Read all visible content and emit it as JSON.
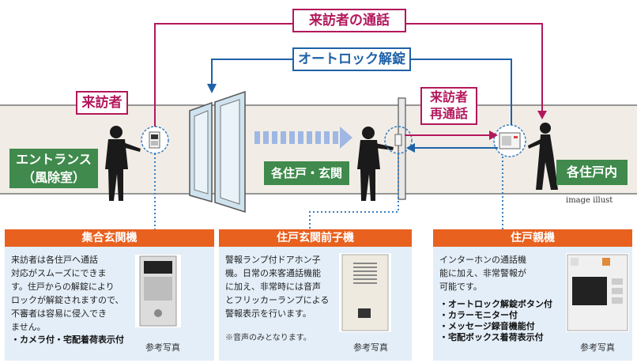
{
  "labels": {
    "visitor_call": "来訪者の通話",
    "autolock_release": "オートロック解錠",
    "visitor": "来訪者",
    "visitor_recall_1": "来訪者",
    "visitor_recall_2": "再通話",
    "entrance_1": "エントランス",
    "entrance_2": "（風除室）",
    "unit_entrance": "各住戸・玄関",
    "unit_inside": "各住戸内",
    "image_illust": "image illust"
  },
  "panels": [
    {
      "title": "集合玄関機",
      "text": "来訪者は各住戸へ通話\n対応がスムーズにできま\nす。住戸からの解錠により\nロックが解錠されますので、\n不審者は容易に侵入でき\nません。",
      "bullets": [
        "・カメラ付・宅配着荷表示付"
      ],
      "photo_caption": "参考写真"
    },
    {
      "title": "住戸玄関前子機",
      "text": "警報ランプ付ドアホン子\n機。日常の来客通話機能\nに加え、非常時には音声\nとフリッカーランプによる\n警報表示を行います。",
      "note": "※音声のみとなります。",
      "photo_caption": "参考写真"
    },
    {
      "title": "住戸親機",
      "text": "インターホンの通話機\n能に加え、非常警報が\n可能です。",
      "bullets": [
        "・オートロック解錠ボタン付",
        "・カラーモニター付",
        "・メッセージ録音機能付",
        "・宅配ボックス着荷表示付"
      ],
      "photo_caption": "参考写真"
    }
  ],
  "colors": {
    "pink": "#b3185c",
    "blue": "#1f62a8",
    "green": "#3f8a4c",
    "orange": "#e8611f",
    "panel_bg": "#e3eef8",
    "wall": "#f1ede6"
  }
}
